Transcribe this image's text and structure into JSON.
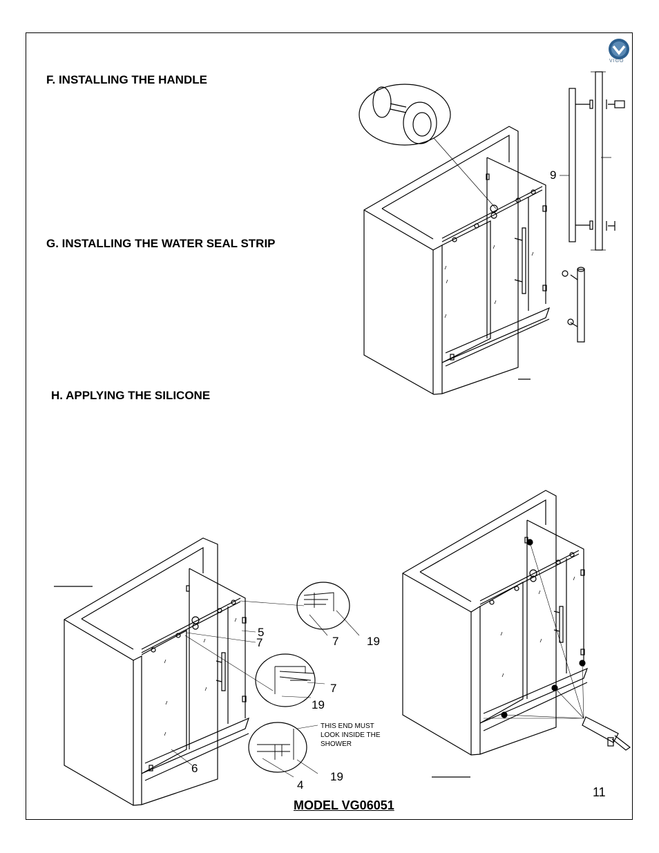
{
  "sections": {
    "handle_title": "F. INSTALLING THE HANDLE",
    "seal_title": "G. INSTALLING THE WATER SEAL STRIP",
    "silicone_title": "H. APPLYING THE SILICONE"
  },
  "callouts": {
    "handle_part": "9",
    "seal_part_5": "5",
    "seal_part_7a": "7",
    "seal_part_7b": "7",
    "seal_part_19a": "19",
    "seal_part_7c": "7",
    "seal_part_19b": "19",
    "seal_part_6": "6",
    "seal_part_4": "4",
    "seal_part_19c": "19"
  },
  "note_lines": [
    "THIS END MUST",
    "LOOK INSIDE THE",
    "SHOWER"
  ],
  "logo_text": "VIGO",
  "footer": {
    "model": "MODEL VG06051",
    "page_number": "11"
  },
  "colors": {
    "logo_blue": "#2d5f8e",
    "ink": "#000000"
  }
}
